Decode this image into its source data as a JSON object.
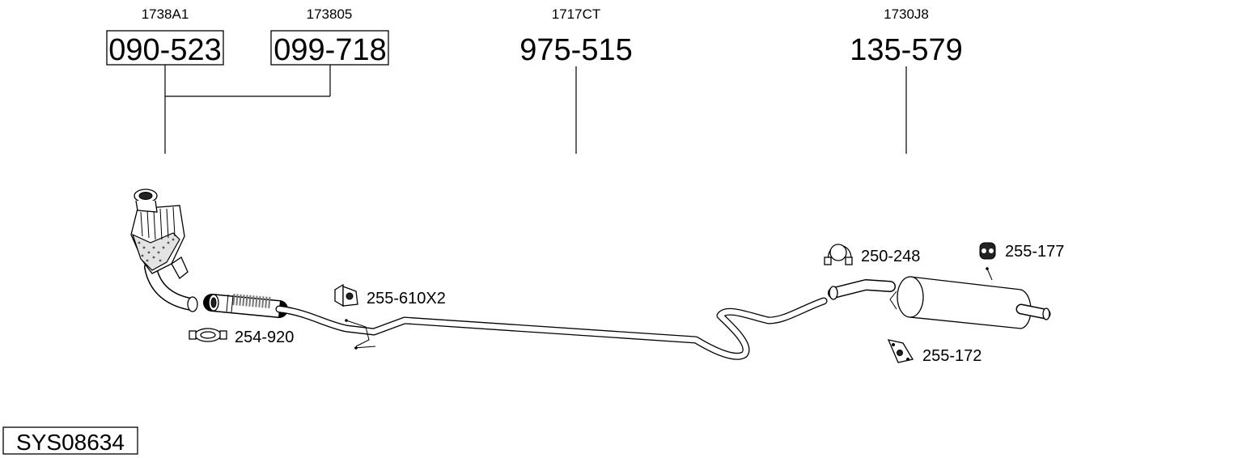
{
  "parts": [
    {
      "ref": "1738A1",
      "number": "090-523",
      "boxed": true
    },
    {
      "ref": "173805",
      "number": "099-718",
      "boxed": true
    },
    {
      "ref": "1717CT",
      "number": "975-515",
      "boxed": false
    },
    {
      "ref": "1730J8",
      "number": "135-579",
      "boxed": false
    }
  ],
  "accessories": [
    {
      "number": "254-920",
      "icon": "clamp-icon"
    },
    {
      "number": "255-610X2",
      "icon": "mounting-bracket-icon"
    },
    {
      "number": "250-248",
      "icon": "pipe-clamp-icon"
    },
    {
      "number": "255-177",
      "icon": "rubber-hanger-icon"
    },
    {
      "number": "255-172",
      "icon": "rubber-mount-icon"
    }
  ],
  "system_code": "SYS08634"
}
